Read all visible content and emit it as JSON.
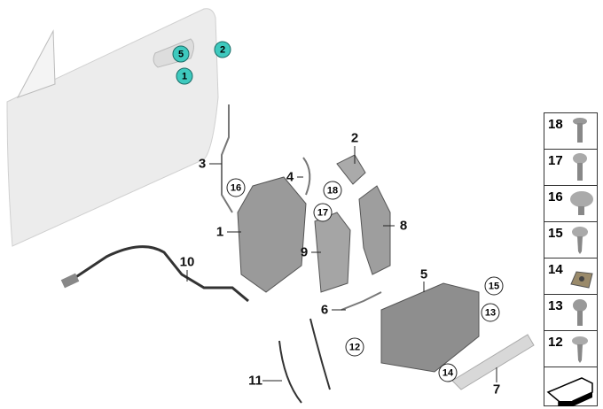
{
  "callouts_teal": [
    "5",
    "1",
    "2"
  ],
  "callouts": {
    "p1": "1",
    "p2": "2",
    "p3": "3",
    "p4": "4",
    "p5": "5",
    "p6": "6",
    "p7": "7",
    "p8": "8",
    "p9": "9",
    "p10": "10",
    "p11": "11"
  },
  "circled": {
    "c12": "12",
    "c13": "13",
    "c14": "14",
    "c15": "15",
    "c16": "16",
    "c17": "17",
    "c18": "18"
  },
  "fastener_panel": [
    {
      "number": "18",
      "icon": "screw-icon"
    },
    {
      "number": "17",
      "icon": "screw-icon"
    },
    {
      "number": "16",
      "icon": "screw-icon"
    },
    {
      "number": "15",
      "icon": "screw-icon"
    },
    {
      "number": "14",
      "icon": "clip-nut-icon"
    },
    {
      "number": "13",
      "icon": "screw-icon"
    },
    {
      "number": "12",
      "icon": "screw-icon"
    },
    {
      "number": "",
      "icon": "arrow-icon"
    }
  ],
  "colors": {
    "teal": "#3ec9be"
  }
}
